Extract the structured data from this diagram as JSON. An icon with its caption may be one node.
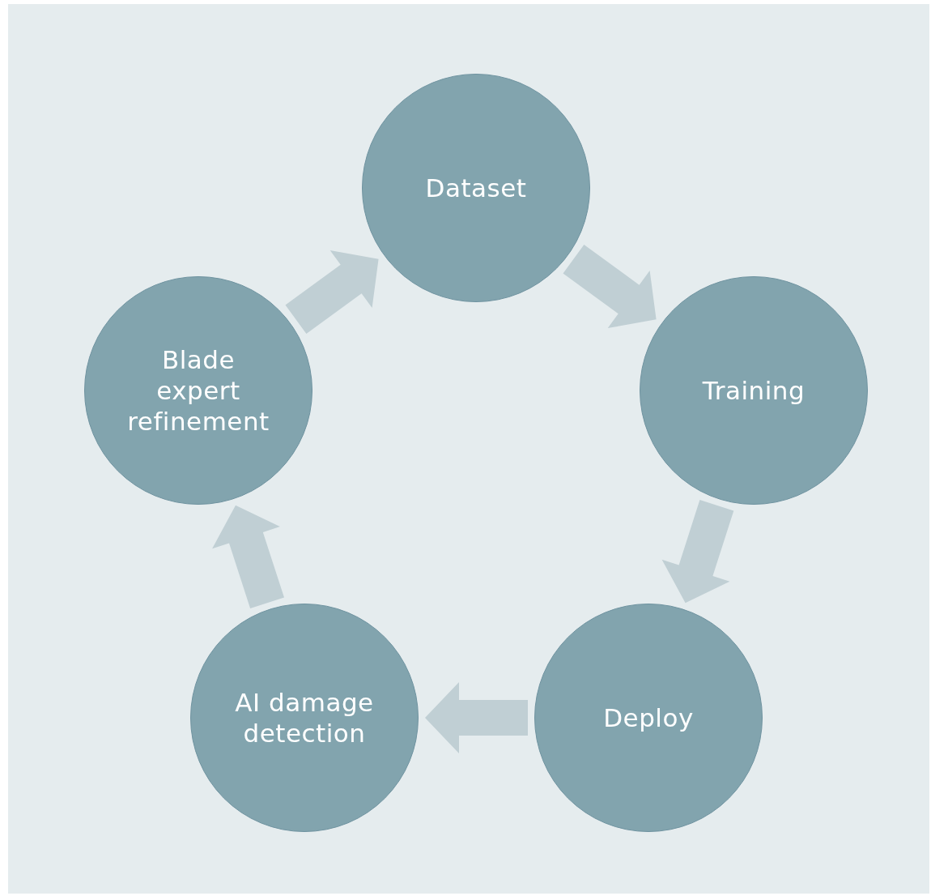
{
  "diagram": {
    "nodes": [
      {
        "text": [
          "Dataset"
        ]
      },
      {
        "text": [
          "Training"
        ]
      },
      {
        "text": [
          "Deploy"
        ]
      },
      {
        "text": [
          "AI damage detection"
        ]
      },
      {
        "text": [
          "Blade expert refinement"
        ]
      }
    ],
    "edges": [
      {
        "from": 0,
        "to": 1,
        "arrow": "to"
      },
      {
        "from": 1,
        "to": 2,
        "arrow": "to"
      },
      {
        "from": 2,
        "to": 3,
        "arrow": "to"
      },
      {
        "from": 3,
        "to": 4,
        "arrow": "to"
      },
      {
        "from": 4,
        "to": 0,
        "arrow": "to"
      }
    ]
  }
}
